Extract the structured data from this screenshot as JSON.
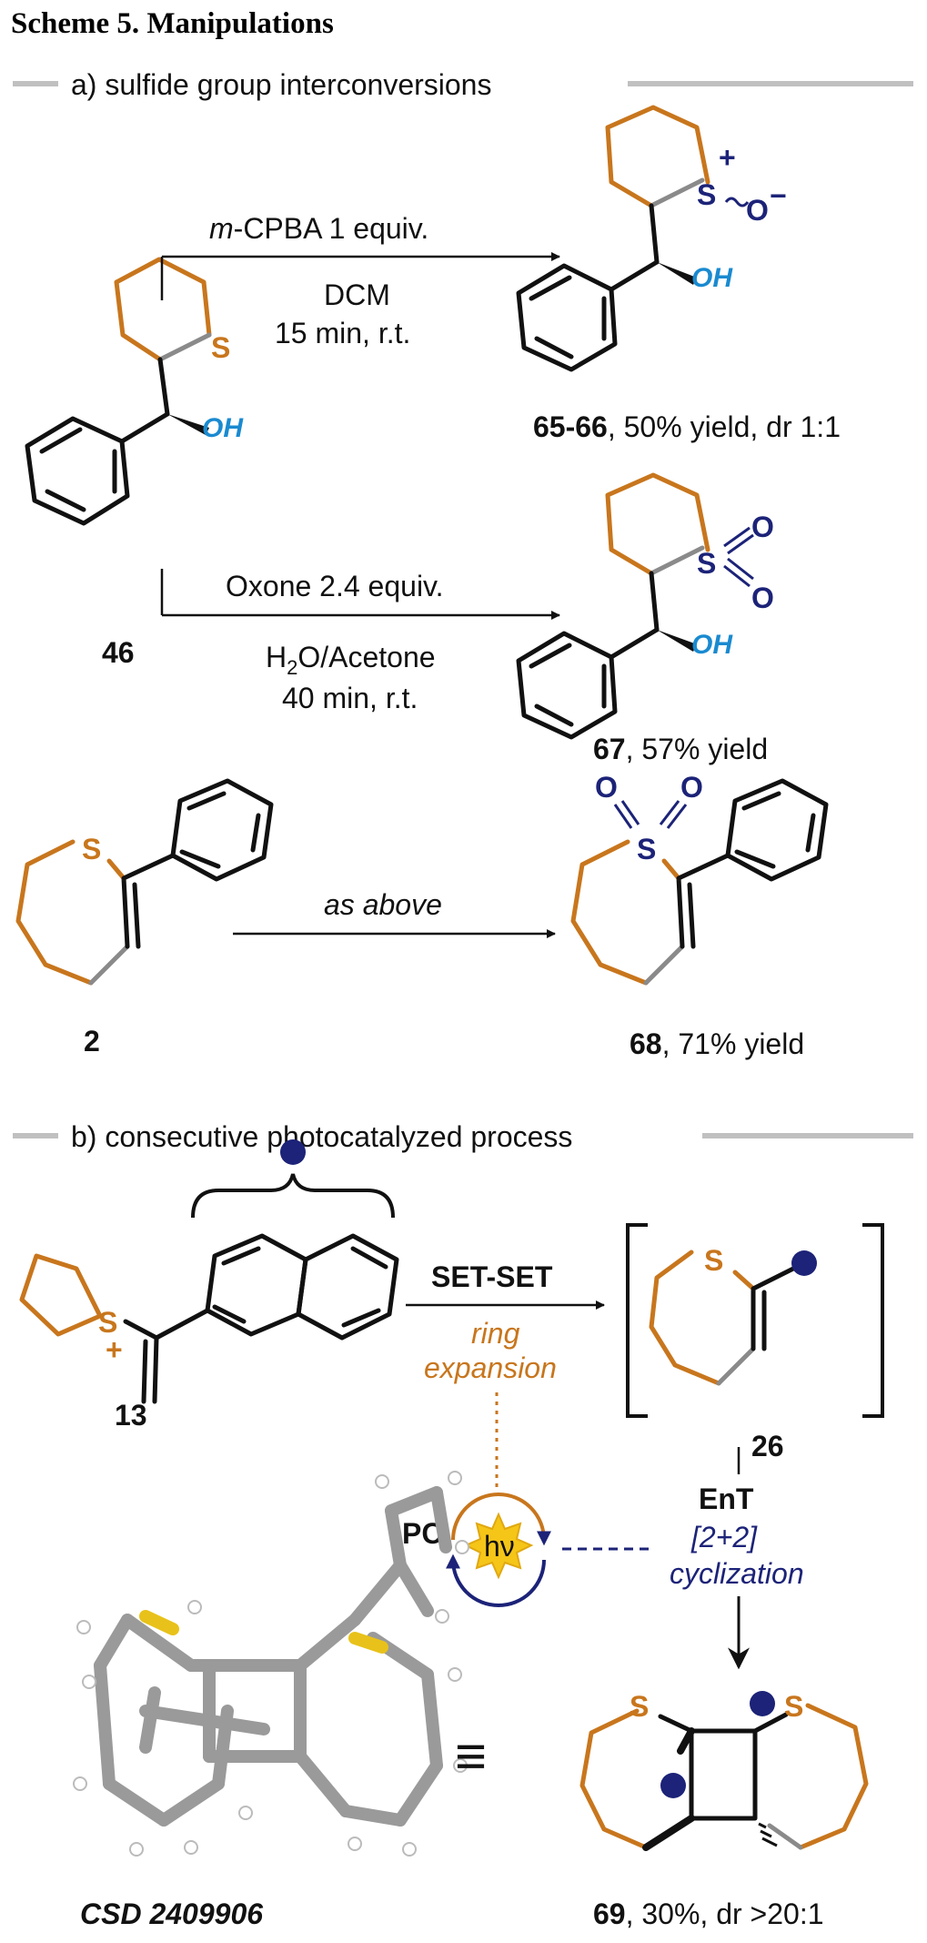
{
  "title": "Scheme 5. Manipulations",
  "section_a": {
    "label": "a) sulfide group interconversions"
  },
  "section_b": {
    "label": "b) consecutive photocatalyzed process"
  },
  "reaction1": {
    "reagent_prefix": "m",
    "reagent_main": "-CPBA 1 equiv.",
    "solvent": "DCM",
    "conditions": "15 min, r.t.",
    "product_id": "65-66",
    "product_result": ", 50% yield, dr 1:1"
  },
  "reaction2": {
    "reagent": "Oxone  2.4 equiv.",
    "solvent_h": "H",
    "solvent_sub": "2",
    "solvent_rest": "O/Acetone",
    "conditions": "40 min, r.t.",
    "product_id": "67",
    "product_result": ", 57% yield"
  },
  "reaction3": {
    "conditions": "as above",
    "start_id": "2",
    "product_id": "68",
    "product_result": ", 71% yield"
  },
  "start_id": "46",
  "process_b": {
    "start_id": "13",
    "step1": "SET-SET",
    "step1_note_1": "ring",
    "step1_note_2": "expansion",
    "intermediate_id": "26",
    "step2": "EnT",
    "step2_note_1": "[2+2]",
    "step2_note_2": "cyclization",
    "catalyst": "PC",
    "light": "hν",
    "crystal_label": "CSD 2409906",
    "equivalence": "≡",
    "product_id": "69",
    "product_result": ", 30%, dr >20:1"
  },
  "atoms": {
    "sulfur": "S",
    "oxygen": "O",
    "hydroxyl": "OH",
    "plus": "+",
    "minus": "−"
  },
  "colors": {
    "chain": "#c8761d",
    "sulfur": "#c8761d",
    "oxidized_sulfur": "#1c2378",
    "hydroxyl": "#1a8ad0",
    "divider": "#c0c0c0",
    "marker": "#1c2378",
    "photon": "#f5c518"
  }
}
